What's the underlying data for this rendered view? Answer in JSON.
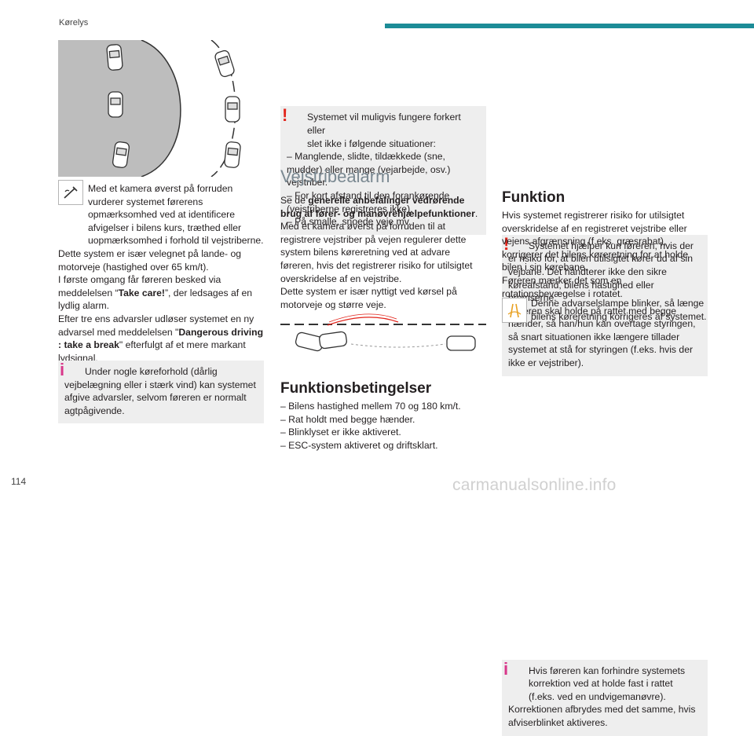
{
  "header": {
    "section_title": "Kørelys",
    "page_number": "114"
  },
  "watermark": "carmanualsonline.info",
  "colors": {
    "accent": "#1c8c97",
    "warning": "#e2231a",
    "info": "#d8378a",
    "box_bg": "#eeeeee"
  },
  "left": {
    "camera_note_icon": "camera-icon",
    "camera_first": "Med et kamera øverst på forruden",
    "camera_rest": "vurderer systemet førerens opmærksomhed ved at identificere afvigelser i bilens kurs, træthed eller uopmærksomhed i forhold til vejstriberne.",
    "para1": "Dette system er især velegnet på lande- og motorveje (hastighed over 65 km/t).",
    "para2_a": "I første omgang får føreren besked via meddelelsen “",
    "para2_b": "Take care!",
    "para2_c": "”, der ledsages af en lydlig alarm.",
    "para3_a": "Efter tre ens advarsler udløser systemet en ny advarsel med meddelelsen \"",
    "para3_b": "Dangerous driving : take a break",
    "para3_c": "\" efterfulgt af et mere markant lydsignal.",
    "info_first": "Under nogle køreforhold (dårlig",
    "info_rest": "vejbelægning eller i stærk vind) kan systemet afgive advarsler, selvom føreren er normalt agtpågivende."
  },
  "middle": {
    "warn_first": "Systemet vil muligvis fungere forkert eller",
    "warn_second": "slet ikke i følgende situationer:",
    "warn_items": [
      "– Manglende, slidte, tildækkede (sne, mudder) eller mange (vejarbejde, osv.) vejstriber.",
      "– For kort afstand til den forankørende (vejstriberne registreres ikke).",
      "– På smalle, snoede veje mv."
    ],
    "heading": "Vejstribealarm",
    "intro_a": "Se de ",
    "intro_b": "generelle anbefalinger vedrørende brug af fører- og manøvrehjælpefunktioner",
    "intro_c": ".",
    "para1": "Med et kamera øverst på forruden til at registrere vejstriber på vejen regulerer dette system bilens køreretning ved at advare føreren, hvis det registrerer risiko for utilsigtet overskridelse af en vejstribe.",
    "para2": "Dette system er især nyttigt ved kørsel på motorveje og større veje.",
    "cond_heading": "Funktionsbetingelser",
    "cond_items": [
      "– Bilens hastighed mellem 70 og 180 km/t.",
      "– Rat holdt med begge hænder.",
      "– Blinklyset er ikke aktiveret.",
      "– ESC-system aktiveret og driftsklart."
    ]
  },
  "right": {
    "warn_first": "Systemet hjælper kun føreren, hvis der",
    "warn_rest": "er risiko for, at bilen utilsigtet kører ud af sin vejbane. Det håndterer ikke den sikre køreafstand, bilens hastighed eller bremserne.",
    "warn_para2": "Føreren skal holde på rattet med begge hænder, så han/hun kan overtage styringen, så snart situationen ikke længere tillader systemet at stå for styringen (f.eks. hvis der ikke er vejstriber).",
    "heading": "Funktion",
    "para1": "Hvis systemet registrerer risiko for utilsigtet overskridelse af en registreret vejstribe eller vejens afgrænsning (f.eks. græsrabat), korrigerer det bilens køreretning for at holde bilen i sin kørebane.",
    "para2": "Føreren mærker det som en rotationsbevægelse i rotatet.",
    "lamp_first": "Denne advarselslampe blinker, så længe",
    "lamp_second": "bilens køreretning korrigeres af systemet.",
    "info_first": "Hvis føreren kan forhindre systemets",
    "info_rest": "korrektion ved at holde fast i rattet (f.eks. ved en undvigemanøvre).",
    "info_para2": "Korrektionen afbrydes med det samme, hvis afviserblinket aktiveres."
  }
}
